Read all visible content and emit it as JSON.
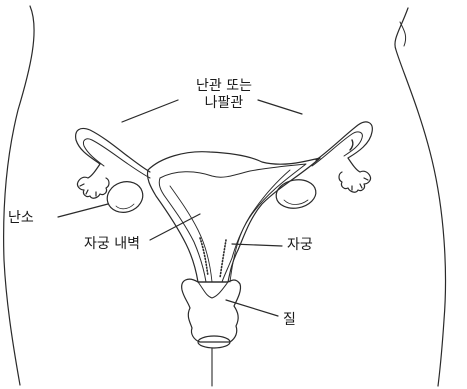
{
  "labels": {
    "fallopian_tube_line1": "난관 또는",
    "fallopian_tube_line2": "나팔관",
    "ovary": "난소",
    "endometrium": "자궁 내벽",
    "uterus": "자궁",
    "vagina": "질"
  },
  "colors": {
    "line": "#2a2a2a",
    "background": "#ffffff"
  }
}
